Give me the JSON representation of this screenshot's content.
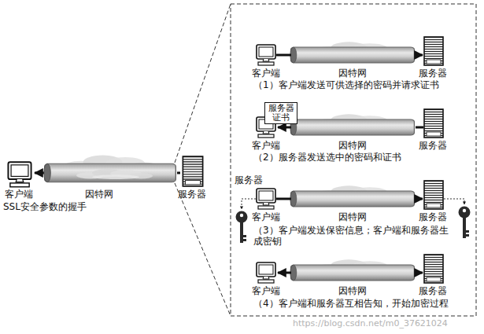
{
  "diagram": {
    "nodes": [
      {
        "text": [
          "服务器证书"
        ]
      }
    ],
    "labels": [
      "客户端",
      "因特网",
      "服务器",
      "SSL安全参数的握手",
      "客户端",
      "因特网",
      "服务器",
      "（1）客户端发送可供选择的密码并请求证书",
      "客户端",
      "因特网",
      "服务器",
      "（2）服务器发送选中的密码和证书",
      "服务器",
      "客户端",
      "因特网",
      "服务器",
      "（3）客户端发送保密信息；客户端和服务器生成密钥",
      "客户端",
      "因特网",
      "服务器",
      "（4）客户端和服务器互相告知，开始加密过程",
      "https://blog.csdn.net/m0_37621024"
    ]
  }
}
